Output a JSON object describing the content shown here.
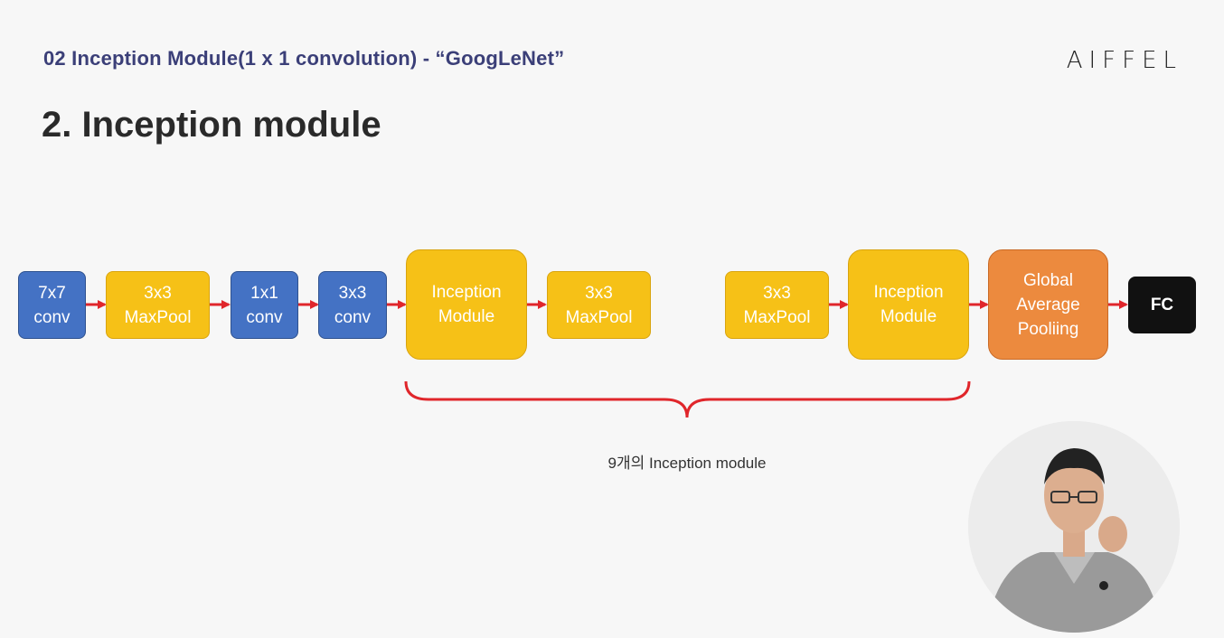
{
  "header": {
    "section": "02 Inception Module(1 x 1 convolution) - “GoogLeNet”",
    "logo": "AIFFEL"
  },
  "slide": {
    "title": "2. Inception module"
  },
  "diagram": {
    "nodes": [
      {
        "id": "conv7",
        "text": "7x7\nconv"
      },
      {
        "id": "pool1",
        "text": "3x3\nMaxPool"
      },
      {
        "id": "conv1",
        "text": "1x1\nconv"
      },
      {
        "id": "conv3",
        "text": "3x3\nconv"
      },
      {
        "id": "incep1",
        "text": "Inception\nModule"
      },
      {
        "id": "pool2",
        "text": "3x3\nMaxPool"
      },
      {
        "id": "pool3",
        "text": "3x3\nMaxPool"
      },
      {
        "id": "incep2",
        "text": "Inception\nModule"
      },
      {
        "id": "gap",
        "text": "Global\nAverage\nPooliing"
      },
      {
        "id": "fc",
        "text": "FC"
      }
    ],
    "brace_caption": "9개의 Inception module",
    "colors": {
      "conv": "#4472c4",
      "pool": "#f6c117",
      "gap": "#ec8a3e",
      "fc": "#111111",
      "arrow": "#e0262b"
    }
  }
}
